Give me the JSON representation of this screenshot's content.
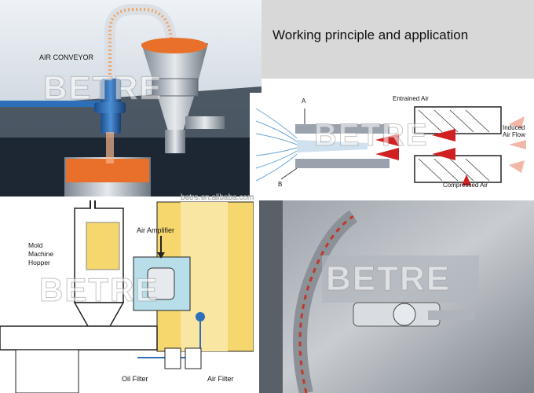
{
  "title": "Working principle and application",
  "watermark": "BETRE",
  "site_watermark": "betre.en.alibaba.com",
  "panel_conveyor": {
    "label": "AIR CONVEYOR"
  },
  "panel_principle": {
    "label_a": "A",
    "label_b": "B",
    "entrained_air": "Entrained Air",
    "induced_air_flow": "Induced\nAir Flow",
    "compressed_air": "Compressed Air"
  },
  "panel_molding": {
    "hopper": "Mold\nMachine\nHopper",
    "air_amplifier": "Air Amplifier",
    "oil_filter": "Oil Filter",
    "air_filter": "Air Filter"
  },
  "colors": {
    "orange": "#e8702a",
    "yellow": "#f5d76e",
    "blue": "#1f5fa8",
    "red": "#d02020",
    "steel": "#9aa3ad"
  }
}
